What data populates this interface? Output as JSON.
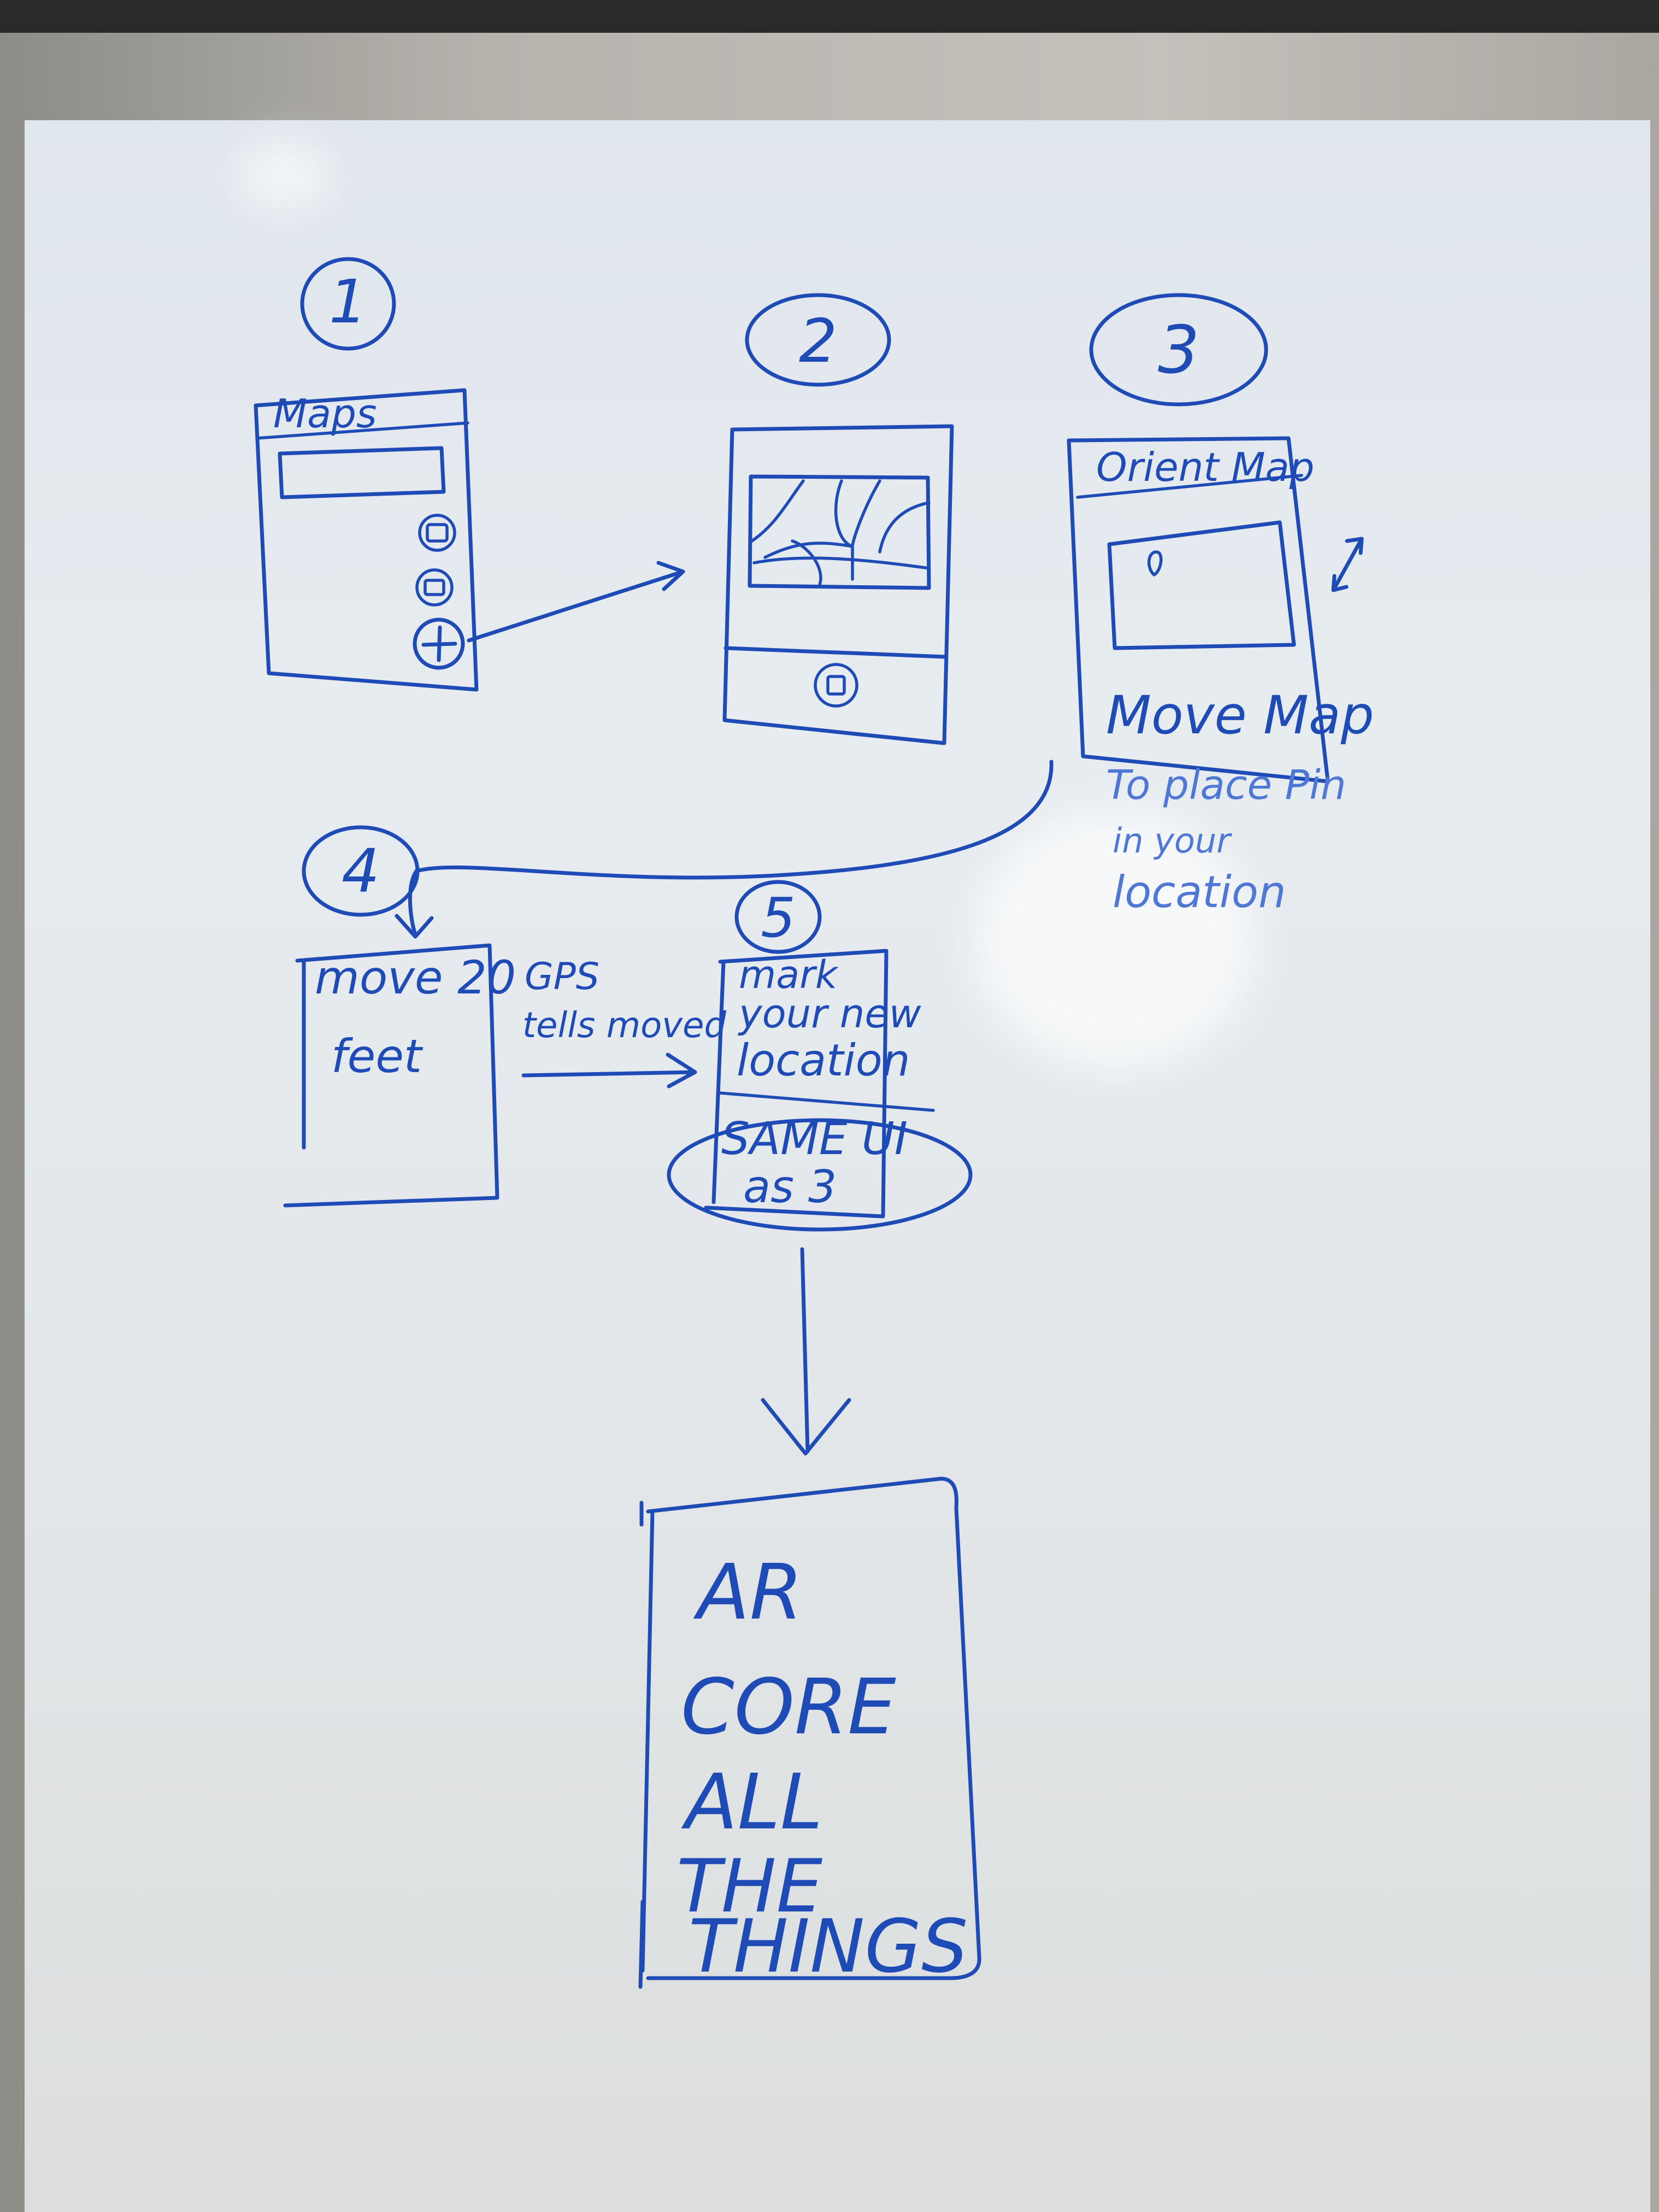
{
  "steps": {
    "s1": {
      "number": "1",
      "title": "Maps"
    },
    "s2": {
      "number": "2"
    },
    "s3": {
      "number": "3",
      "title": "Orient Map",
      "body": "Move Map",
      "note_line1": "To place Pin",
      "note_line2": "in your",
      "note_line3": "location"
    },
    "s4": {
      "number": "4",
      "line1": "move 20",
      "line2": "feet"
    },
    "s5": {
      "number": "5",
      "line1": "mark",
      "line2": "your new",
      "line3": "location",
      "same_line1": "SAME UI",
      "same_line2": "as 3"
    },
    "gps_line1": "GPS",
    "gps_line2": "tells moved",
    "final": {
      "line1": "AR",
      "line2": "CORE",
      "line3": "ALL",
      "line4": "THE",
      "line5": "THINGS"
    }
  },
  "colors": {
    "ink": "#1f4bb7",
    "board": "#e4e9ed",
    "frame": "#b6b4ad"
  }
}
